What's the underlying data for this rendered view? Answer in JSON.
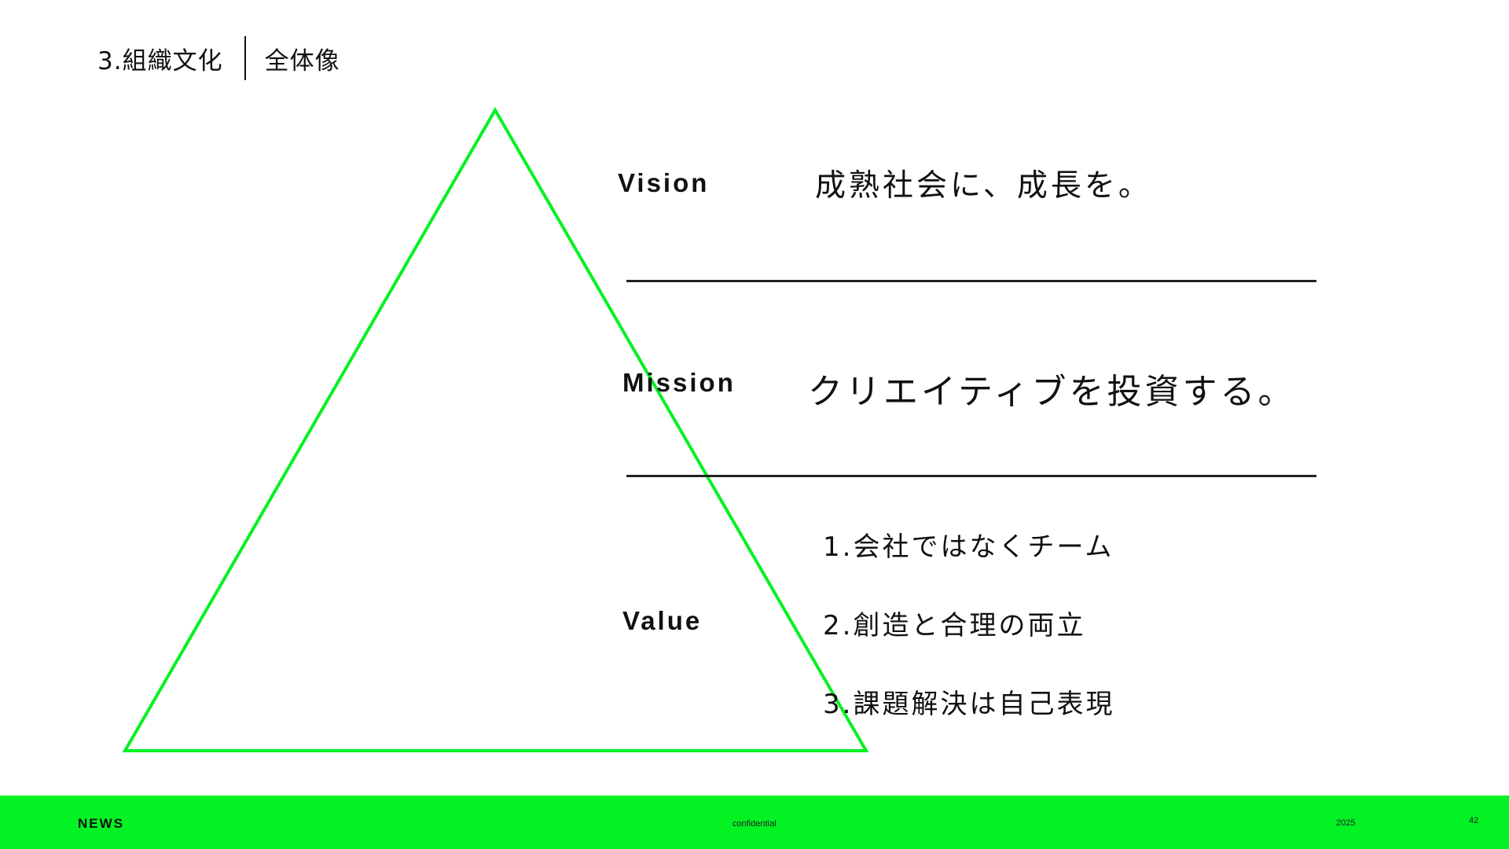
{
  "header": {
    "section": "3.組織文化",
    "topic": "全体像"
  },
  "pyramid": {
    "stroke_color": "#03f223",
    "vision_label": "Vision",
    "vision_text": "成熟社会に、成長を。",
    "mission_label": "Mission",
    "mission_text": "クリエイティブを投資する。",
    "value_label": "Value",
    "values": [
      "1.会社ではなくチーム",
      "2.創造と合理の両立",
      "3.課題解決は自己表現"
    ]
  },
  "footer": {
    "brand": "NEWS",
    "confidential": "confidential",
    "year": "2025",
    "page_number": "42",
    "background_color": "#03f223"
  }
}
